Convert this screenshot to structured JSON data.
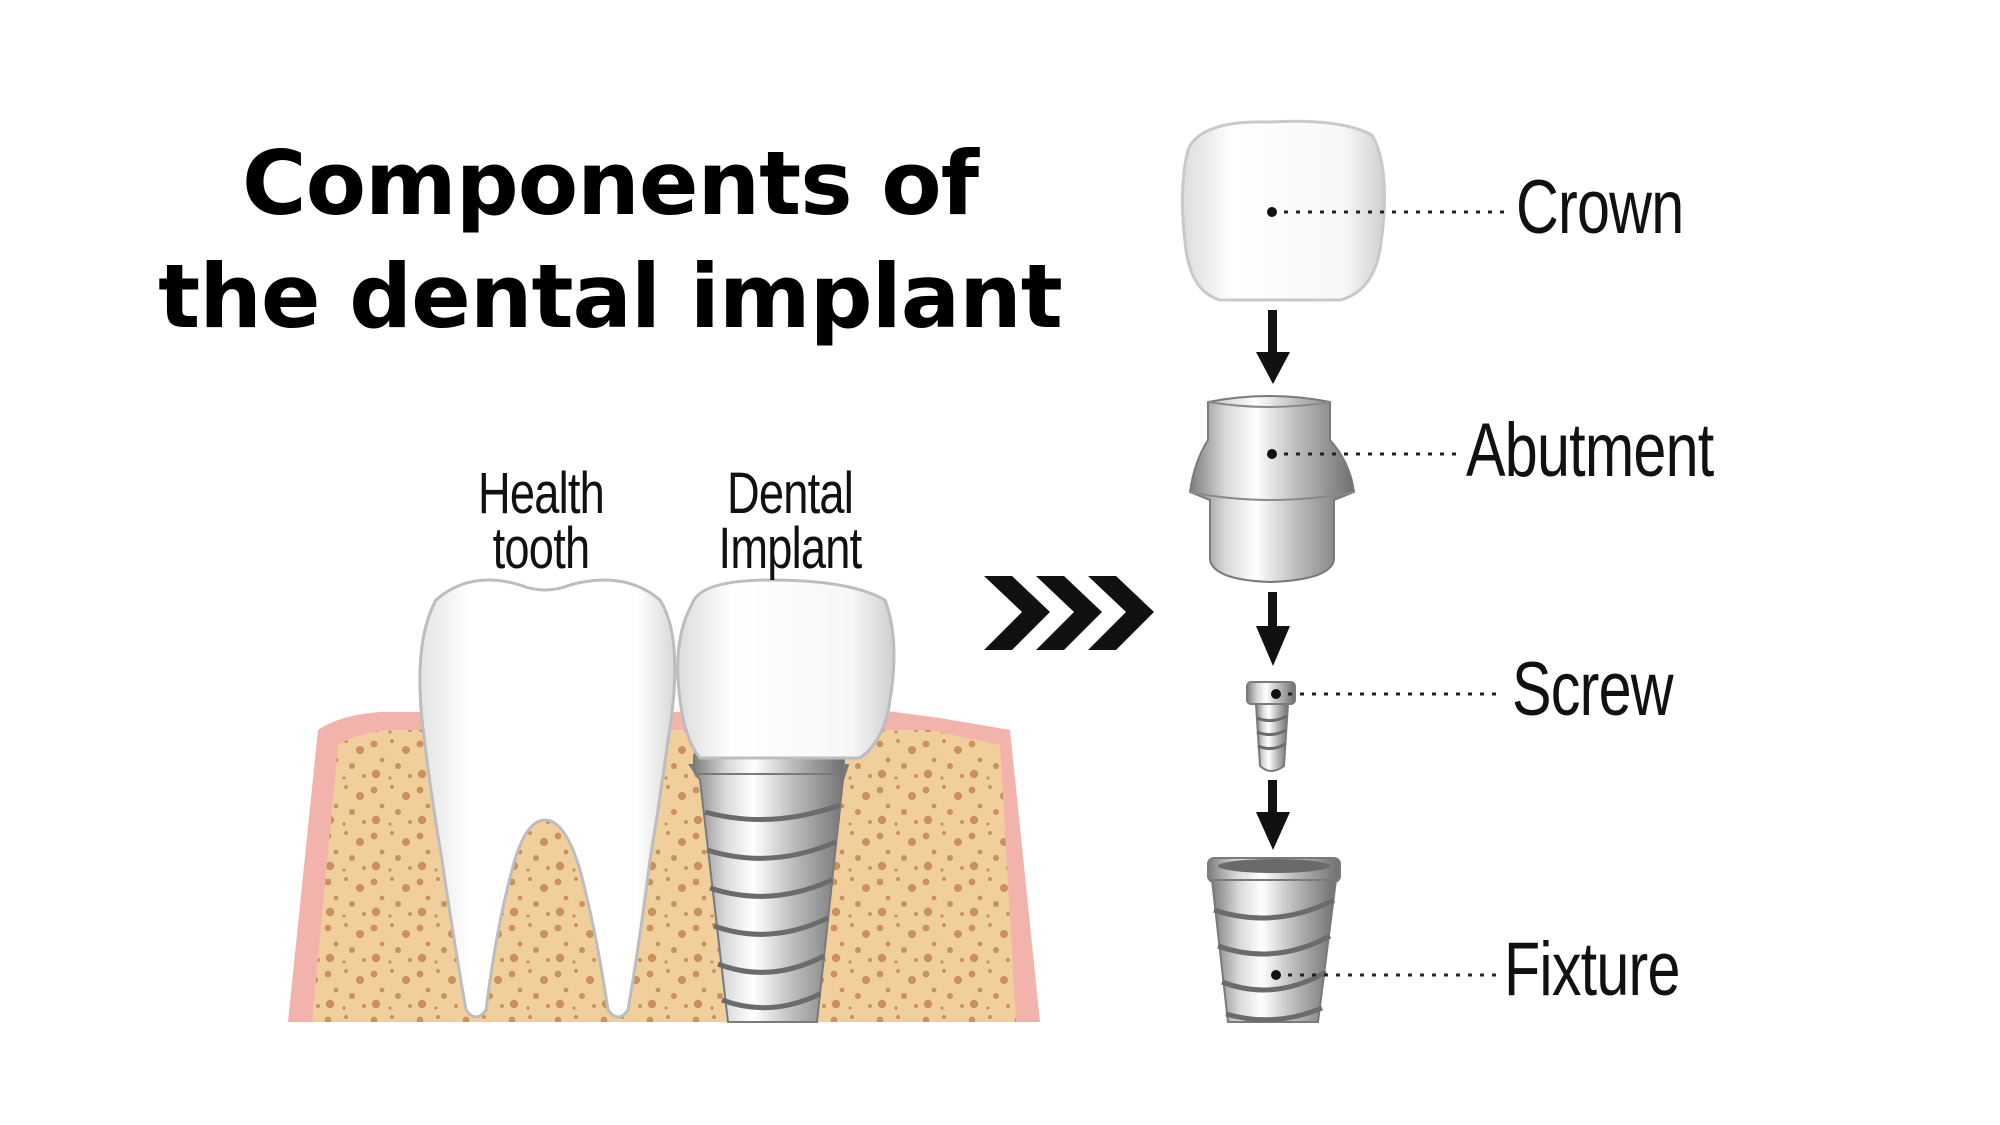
{
  "title": {
    "line1": "Components of",
    "line2": "the dental implant"
  },
  "left_labels": {
    "tooth_line1": "Health",
    "tooth_line2": "tooth",
    "implant_line1": "Dental",
    "implant_line2": "Implant"
  },
  "parts": [
    {
      "label": "Crown"
    },
    {
      "label": "Abutment"
    },
    {
      "label": "Screw"
    },
    {
      "label": "Fixture"
    }
  ],
  "colors": {
    "bone": "#f0cf9c",
    "bone_spots": "#c9925d",
    "gum": "#f2b3ad",
    "tooth": "#ffffff",
    "metal_light": "#e6e6e6",
    "metal_dark": "#8a8a8a",
    "arrow": "#111111"
  }
}
